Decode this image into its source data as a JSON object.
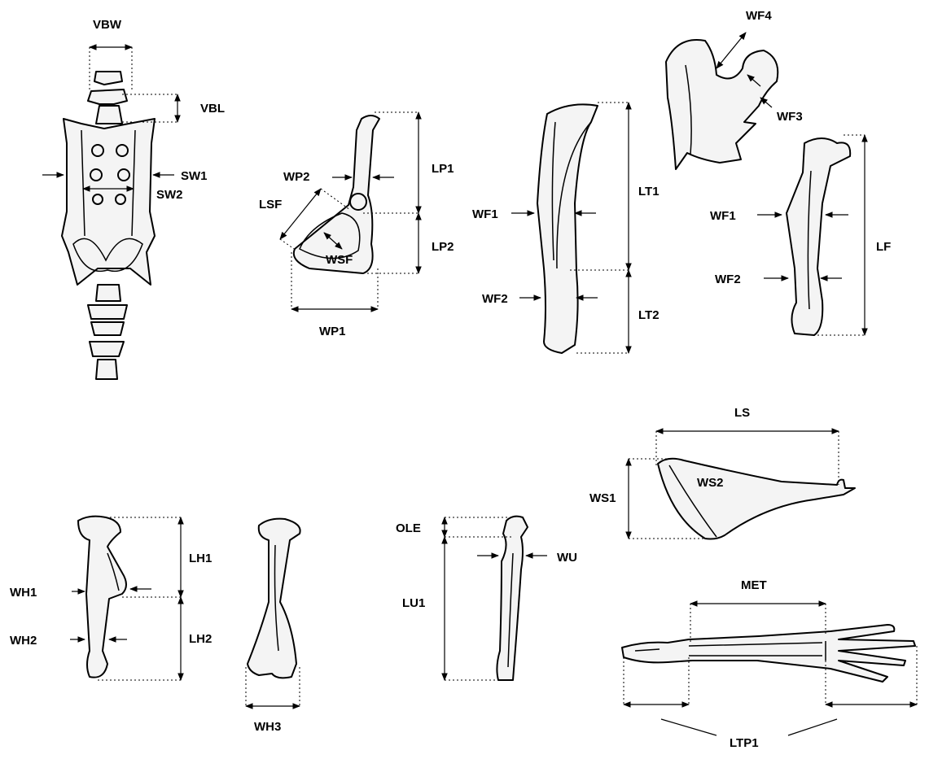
{
  "labels": {
    "vbw": "VBW",
    "vbl": "VBL",
    "sw1": "SW1",
    "sw2": "SW2",
    "wp2": "WP2",
    "lp1": "LP1",
    "lsf": "LSF",
    "lp2": "LP2",
    "wsf": "WSF",
    "wp1": "WP1",
    "tib_wf1": "WF1",
    "lt1": "LT1",
    "tib_wf2": "WF2",
    "lt2": "LT2",
    "wf4": "WF4",
    "wf3": "WF3",
    "fem_wf1": "WF1",
    "lf": "LF",
    "fem_wf2": "WF2",
    "ls": "LS",
    "ws1": "WS1",
    "ws2": "WS2",
    "lh1": "LH1",
    "wh1": "WH1",
    "wh2": "WH2",
    "lh2": "LH2",
    "wh3": "WH3",
    "ole": "OLE",
    "wu": "WU",
    "lu1": "LU1",
    "met": "MET",
    "ltp1": "LTP1"
  }
}
